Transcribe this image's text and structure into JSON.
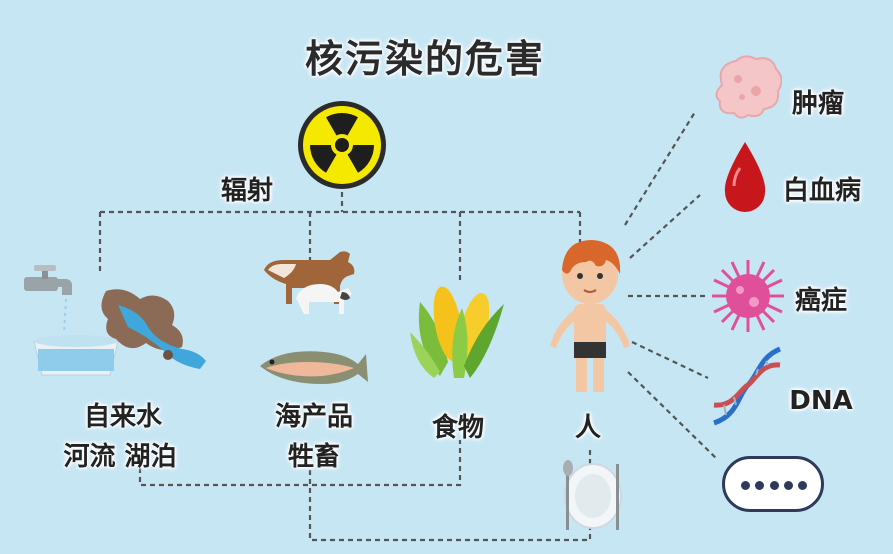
{
  "title": "核污染的危害",
  "source": {
    "label": "辐射",
    "icon": "radiation-icon"
  },
  "pathways": [
    {
      "lines": [
        "自来水",
        "河流 湖泊"
      ],
      "icon": "water-icon"
    },
    {
      "lines": [
        "海产品",
        "牲畜"
      ],
      "icon": "livestock-fish-icon"
    },
    {
      "lines": [
        "食物"
      ],
      "icon": "corn-icon"
    },
    {
      "lines": [
        "人"
      ],
      "icon": "person-icon"
    }
  ],
  "effects": [
    {
      "label": "肿瘤",
      "icon": "tumor-icon"
    },
    {
      "label": "白血病",
      "icon": "blood-drop-icon"
    },
    {
      "label": "癌症",
      "icon": "virus-icon"
    },
    {
      "label": "DNA",
      "icon": "dna-icon"
    },
    {
      "label": "",
      "icon": "more-ellipsis-icon"
    }
  ],
  "colors": {
    "background": "#c7e6f4",
    "radiation_bg": "#f5e900",
    "blood": "#c8161d",
    "virus": "#e0509a",
    "dna_blue": "#2a6fc9",
    "dna_red": "#c84f52"
  }
}
